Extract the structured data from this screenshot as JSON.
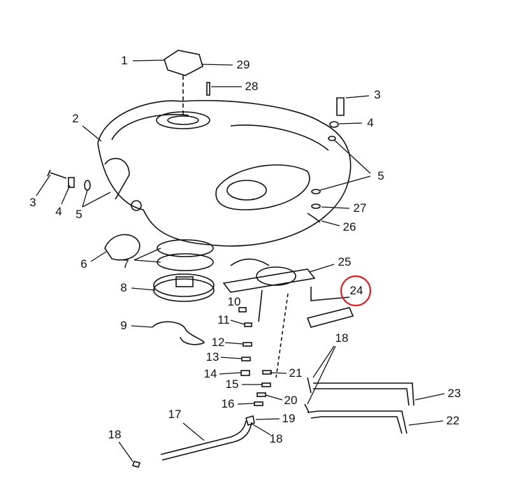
{
  "diagram": {
    "highlight_color": "#d32020",
    "highlighted_part": "24",
    "callouts": [
      "1",
      "29",
      "28",
      "2",
      "3",
      "4",
      "5",
      "3",
      "4",
      "5",
      "27",
      "26",
      "6",
      "7",
      "25",
      "24",
      "8",
      "10",
      "11",
      "9",
      "12",
      "13",
      "18",
      "21",
      "14",
      "15",
      "23",
      "20",
      "16",
      "19",
      "22",
      "17",
      "18",
      "18"
    ]
  }
}
